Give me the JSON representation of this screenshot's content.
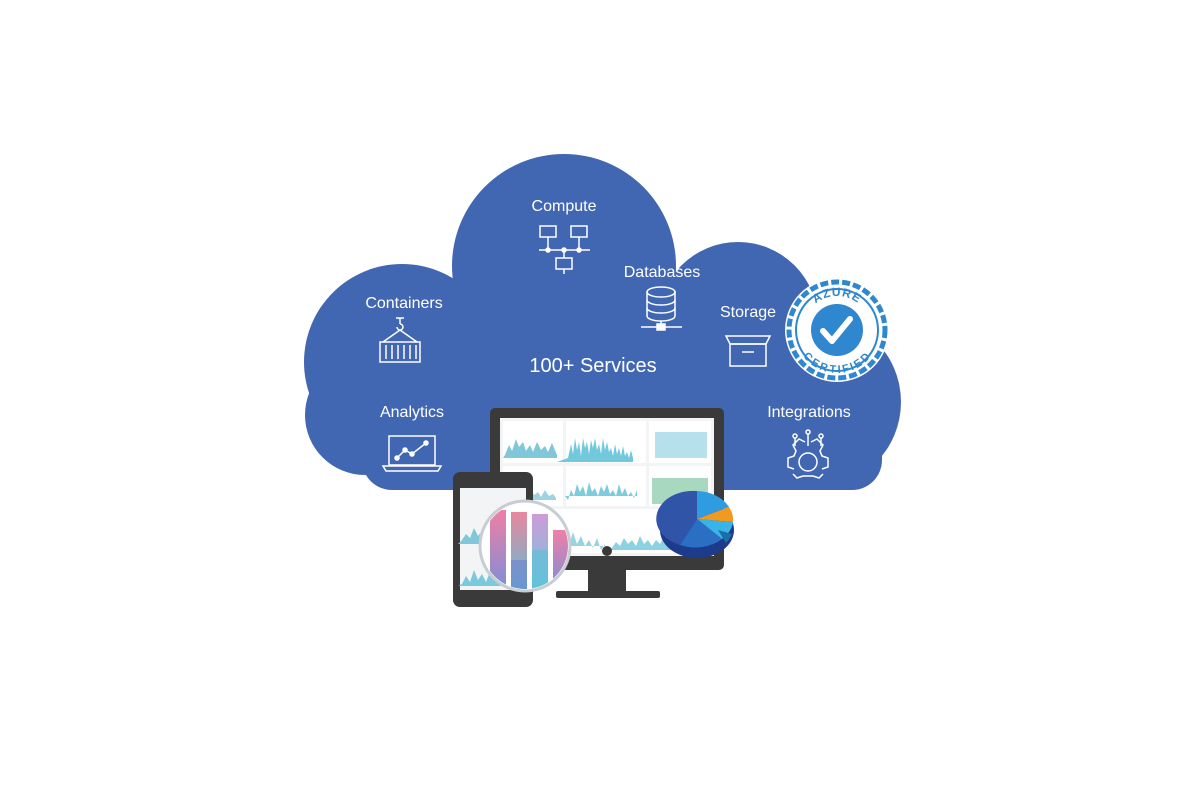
{
  "cloud": {
    "headline": "100+ Services",
    "services": [
      {
        "label": "Compute",
        "icon": "network-computers-icon"
      },
      {
        "label": "Databases",
        "icon": "database-icon"
      },
      {
        "label": "Containers",
        "icon": "shipping-container-icon"
      },
      {
        "label": "Storage",
        "icon": "storage-tray-icon"
      },
      {
        "label": "Analytics",
        "icon": "laptop-chart-icon"
      },
      {
        "label": "Integrations",
        "icon": "gear-circuit-icon"
      }
    ]
  },
  "badge": {
    "top_text": "AZURE",
    "bottom_text": "CERTIFIED",
    "icon": "checkmark-stamp-icon"
  },
  "colors": {
    "cloud": "#4267b2",
    "badge": "#2f87cf",
    "device": "#3a3a3a",
    "screen": "#f2f4f5",
    "chart_teal": "#5bbfd6"
  }
}
